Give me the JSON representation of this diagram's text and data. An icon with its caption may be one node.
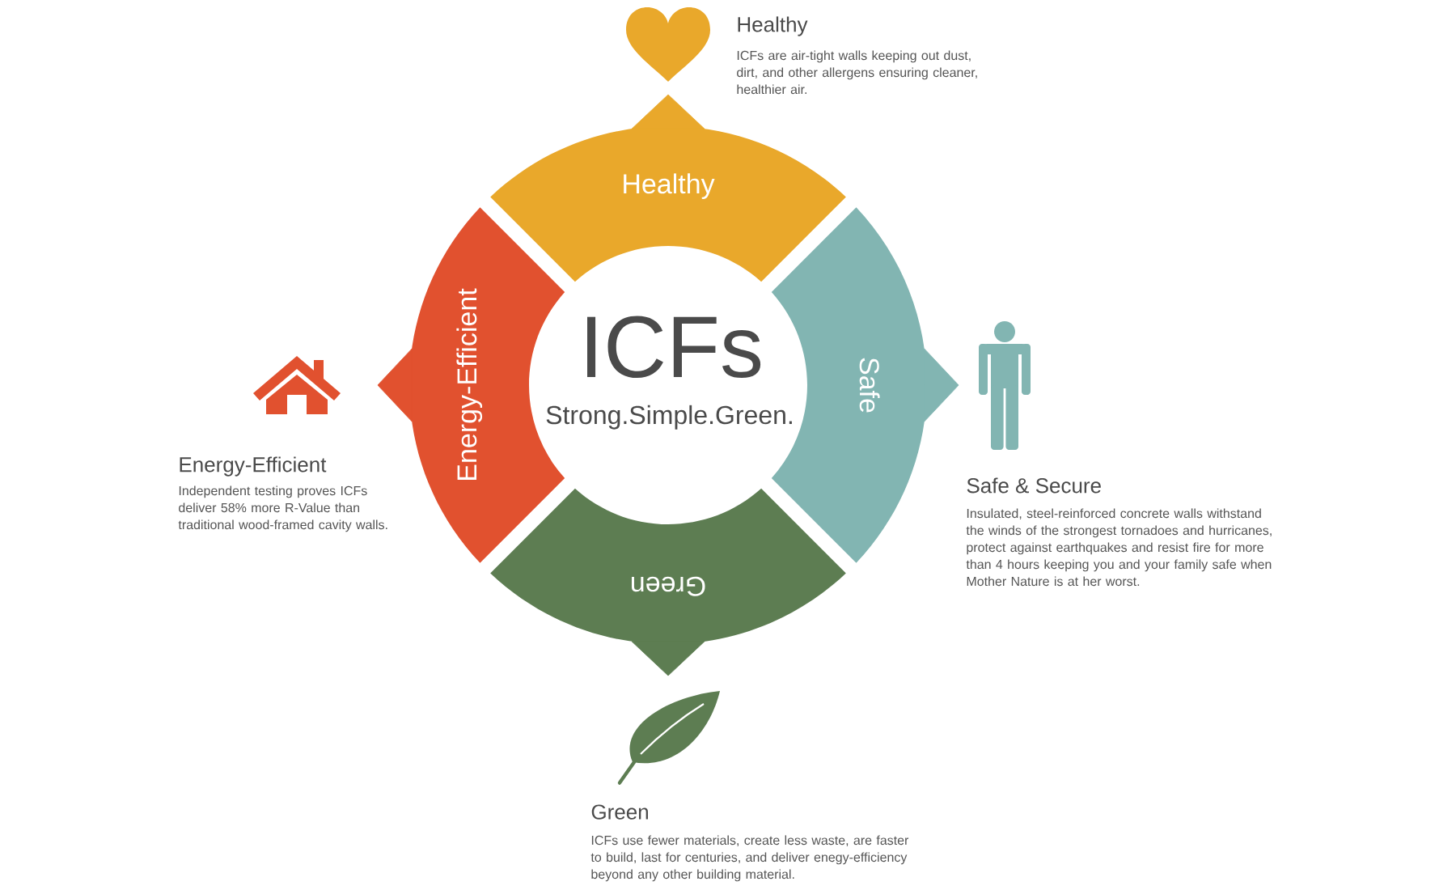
{
  "diagram": {
    "nodes": [
      {
        "text": [
          "Healthy"
        ]
      },
      {
        "text": [
          "Safe"
        ]
      },
      {
        "text": [
          "Green"
        ]
      },
      {
        "text": [
          "Energy-Efficient"
        ]
      },
      {
        "text": [],
        "shape": "heart",
        "beside": [
          "Healthy",
          "ICFs are air-tight walls keeping out dust, dirt, and other allergens ensuring cleaner, healthier air."
        ]
      },
      {
        "text": [],
        "shape": "person",
        "beside": [
          "Safe & Secure",
          "Insulated, steel-reinforced concrete walls withstand the winds of the strongest tornadoes and hurricanes, protect against earthquakes and resist fire for more than 4 hours keeping you and your family safe when Mother Nature is at her worst."
        ]
      },
      {
        "text": [],
        "shape": "leaf",
        "beside": [
          "Green",
          "ICFs use fewer materials, create less waste, are faster to build, last for centuries, and deliver enegy-efficiency beyond any other building material."
        ]
      },
      {
        "text": [],
        "shape": "house",
        "beside": [
          "Energy-Efficient",
          "Independent testing proves ICFs deliver 58% more R-Value than traditional wood-framed cavity walls."
        ]
      }
    ],
    "edges": [
      {
        "from": 0,
        "to": 4,
        "arrow": "to",
        "color": "#e9a82b"
      },
      {
        "from": 1,
        "to": 5,
        "arrow": "to",
        "color": "#82b5b2"
      },
      {
        "from": 2,
        "to": 6,
        "arrow": "to",
        "color": "#5d7d52"
      },
      {
        "from": 3,
        "to": 7,
        "arrow": "to",
        "color": "#e1512f"
      }
    ],
    "labels": [
      "ICFs",
      "Strong.Simple.Green."
    ]
  }
}
